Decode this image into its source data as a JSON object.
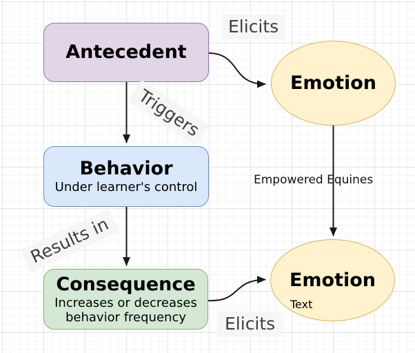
{
  "diagram": {
    "nodes": [
      {
        "id": "antecedent",
        "title": "Antecedent",
        "subtitle": "",
        "shape": "rounded-rectangle",
        "fill": "#E1D5E7",
        "stroke": "#9673A6"
      },
      {
        "id": "behavior",
        "title": "Behavior",
        "subtitle": "Under learner's control",
        "shape": "rounded-rectangle",
        "fill": "#DAE8FC",
        "stroke": "#6C8EBF"
      },
      {
        "id": "consequence",
        "title": "Consequence",
        "subtitle": "Increases or decreases behavior frequency",
        "shape": "rounded-rectangle",
        "fill": "#D5E8D4",
        "stroke": "#82B366"
      },
      {
        "id": "emotion_top",
        "title": "Emotion",
        "subtitle": "",
        "shape": "ellipse",
        "fill": "#FFF2CC",
        "stroke": "#D6B656"
      },
      {
        "id": "emotion_bottom",
        "title": "Emotion",
        "subtitle": "",
        "inner_label": "Text",
        "shape": "ellipse",
        "fill": "#FFF2CC",
        "stroke": "#D6B656"
      }
    ],
    "edges": [
      {
        "from": "antecedent",
        "to": "emotion_top",
        "label": "Elicits"
      },
      {
        "from": "antecedent",
        "to": "behavior",
        "label": "Triggers"
      },
      {
        "from": "behavior",
        "to": "consequence",
        "label": "Results in"
      },
      {
        "from": "emotion_top",
        "to": "emotion_bottom",
        "label": "Empowered Equines"
      },
      {
        "from": "consequence",
        "to": "emotion_bottom",
        "label": "Elicits"
      }
    ],
    "colors": {
      "edge_line": "#1a1a1a",
      "edge_label_text": "#404040",
      "edge_label_bg": "#F5F5F5",
      "node_title_text": "#000000",
      "grid_minor": "#f4f4f4",
      "grid_major": "#e4e4e4",
      "canvas_bg": "#ffffff"
    }
  }
}
